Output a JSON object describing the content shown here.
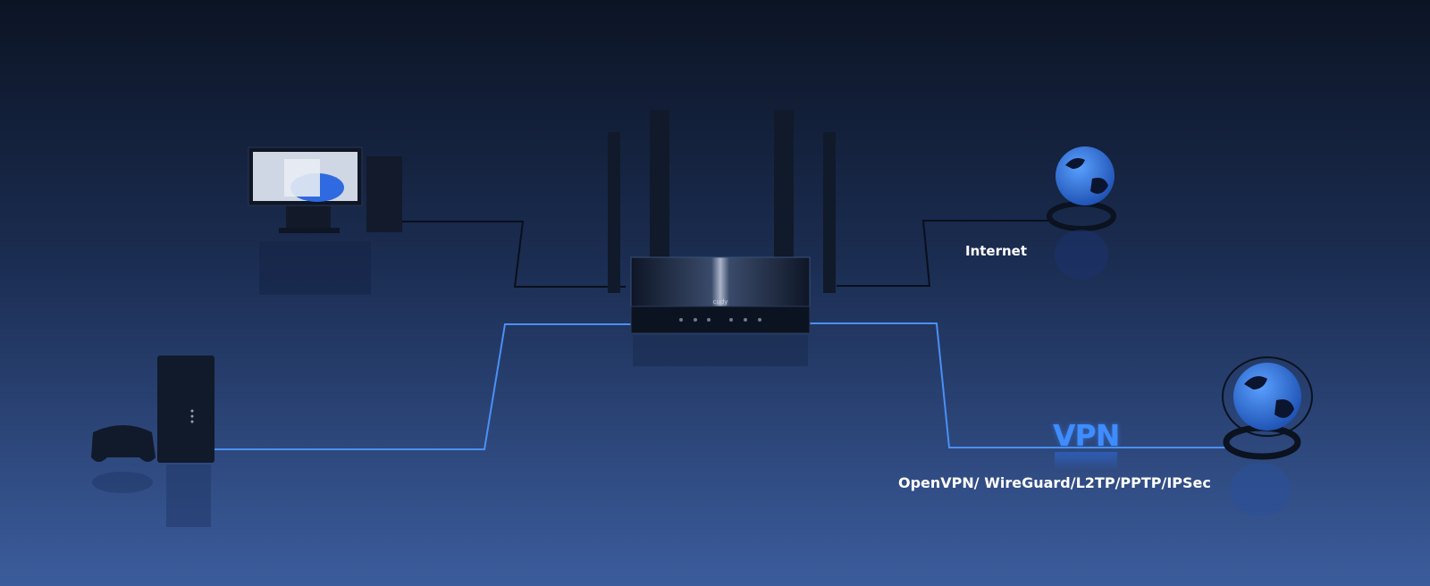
{
  "labels": {
    "internet": "Internet",
    "vpn": "VPN",
    "vpn_protocols": "OpenVPN/ WireGuard/L2TP/PPTP/IPSec"
  },
  "router": {
    "brand_logo": "cudy"
  },
  "colors": {
    "background_top": "#0c1424",
    "background_bottom": "#3b5c9c",
    "wired_line": "#0a0f1a",
    "vpn_line": "#4a90f5",
    "vpn_text": "#3f8cff",
    "globe": "#2f7be8"
  },
  "icons": [
    "desktop-pc-icon",
    "router-icon",
    "globe-icon",
    "nas-icon",
    "game-controller-icon"
  ]
}
